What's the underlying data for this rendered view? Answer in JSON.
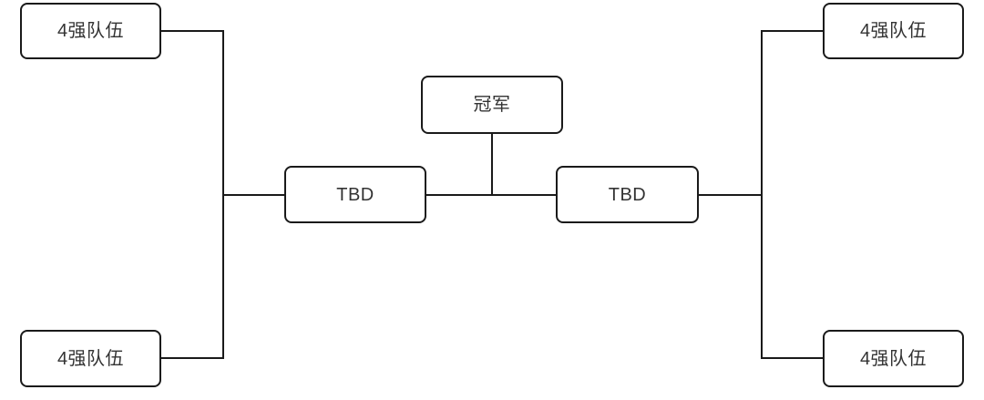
{
  "diagram": {
    "type": "tournament-bracket",
    "nodes": {
      "semifinal_left_top": {
        "label": "4强队伍"
      },
      "semifinal_left_bottom": {
        "label": "4强队伍"
      },
      "final_left": {
        "label": "TBD"
      },
      "champion": {
        "label": "冠军"
      },
      "final_right": {
        "label": "TBD"
      },
      "semifinal_right_top": {
        "label": "4强队伍"
      },
      "semifinal_right_bottom": {
        "label": "4强队伍"
      }
    },
    "colors": {
      "line": "#1a1a1a",
      "border": "#1a1a1a",
      "text": "#333333",
      "bg": "#ffffff"
    }
  }
}
